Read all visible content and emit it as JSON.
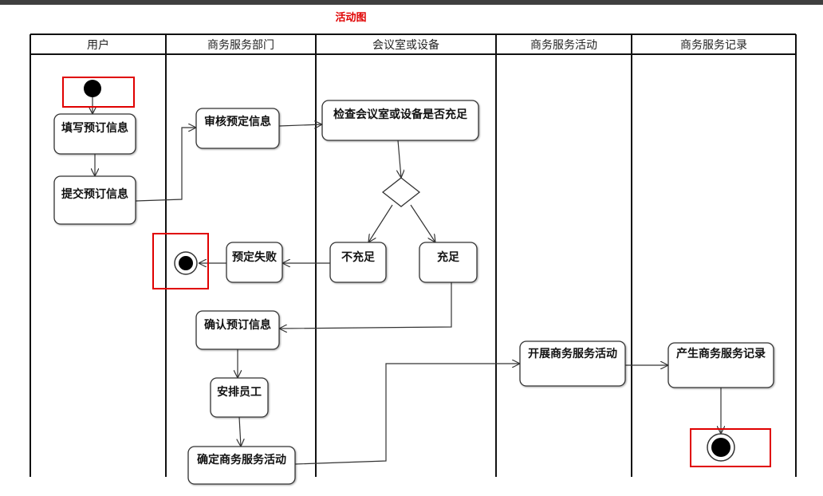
{
  "title": "活动图",
  "lanes": [
    "用户",
    "商务服务部门",
    "会议室或设备",
    "商务服务活动",
    "商务服务记录"
  ],
  "nodes": {
    "fill_booking": "填写预订信息",
    "submit_booking": "提交预订信息",
    "review_booking": "审核预定信息",
    "check_availability": "检查会议室或设备是否充足",
    "insufficient": "不充足",
    "sufficient": "充足",
    "booking_failed": "预定失败",
    "confirm_booking": "确认预订信息",
    "arrange_staff": "安排员工",
    "determine_activity": "确定商务服务活动",
    "conduct_activity": "开展商务服务活动",
    "generate_record": "产生商务服务记录"
  },
  "colors": {
    "title": "#e00000",
    "highlight": "#e00000",
    "line": "#333333"
  }
}
